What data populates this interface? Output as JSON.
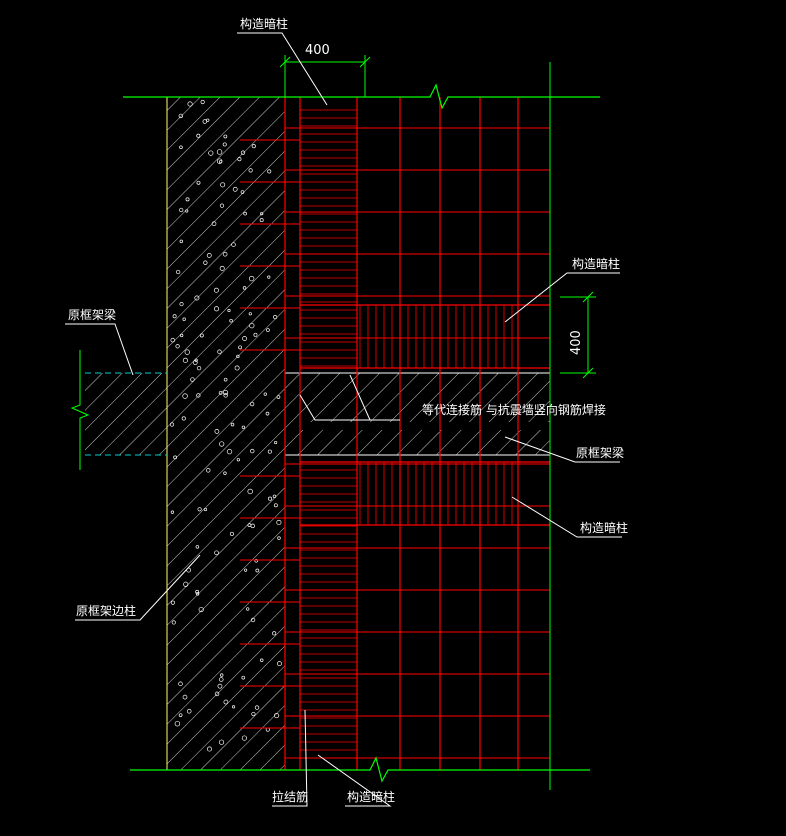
{
  "labels": {
    "gzaz_top": "构造暗柱",
    "gzaz_right_upper": "构造暗柱",
    "gzaz_right_lower": "构造暗柱",
    "gzaz_bottom": "构造暗柱",
    "ykjl_left": "原框架梁",
    "ykjl_right": "原框架梁",
    "ykj_column": "原框架边柱",
    "ljj": "拉结筋",
    "weld_note": "等代连接筋 与抗震墙竖向钢筋焊接"
  },
  "dimensions": {
    "top": "400",
    "right": "400"
  },
  "colors": {
    "background": "#000000",
    "rebar": "#ff0000",
    "grid": "#00cc00",
    "boundary": "#00ff00",
    "text": "#ffffff",
    "hatch": "#ffffff",
    "beam_dash": "#00cccc",
    "column_edge": "#ffff66"
  }
}
